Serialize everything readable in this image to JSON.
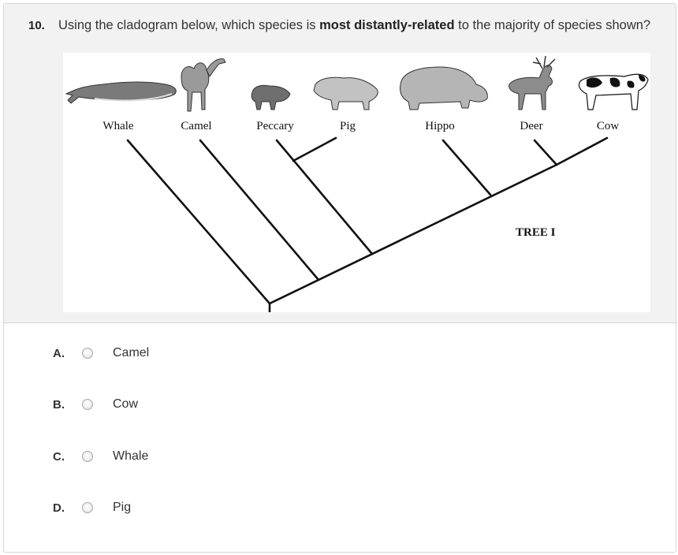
{
  "question": {
    "number": "10.",
    "text_before": "Using the cladogram below, which species is ",
    "text_bold": "most distantly-related",
    "text_after": " to the majority of species shown?"
  },
  "cladogram": {
    "species": [
      "Whale",
      "Camel",
      "Peccary",
      "Pig",
      "Hippo",
      "Deer",
      "Cow"
    ],
    "tree_label": "TREE I"
  },
  "choices": [
    {
      "letter": "A.",
      "label": "Camel"
    },
    {
      "letter": "B.",
      "label": "Cow"
    },
    {
      "letter": "C.",
      "label": "Whale"
    },
    {
      "letter": "D.",
      "label": "Pig"
    }
  ],
  "colors": {
    "panel_bg": "#f2f2f2",
    "line": "#111111",
    "animal_fill": "#9a9a9a"
  }
}
